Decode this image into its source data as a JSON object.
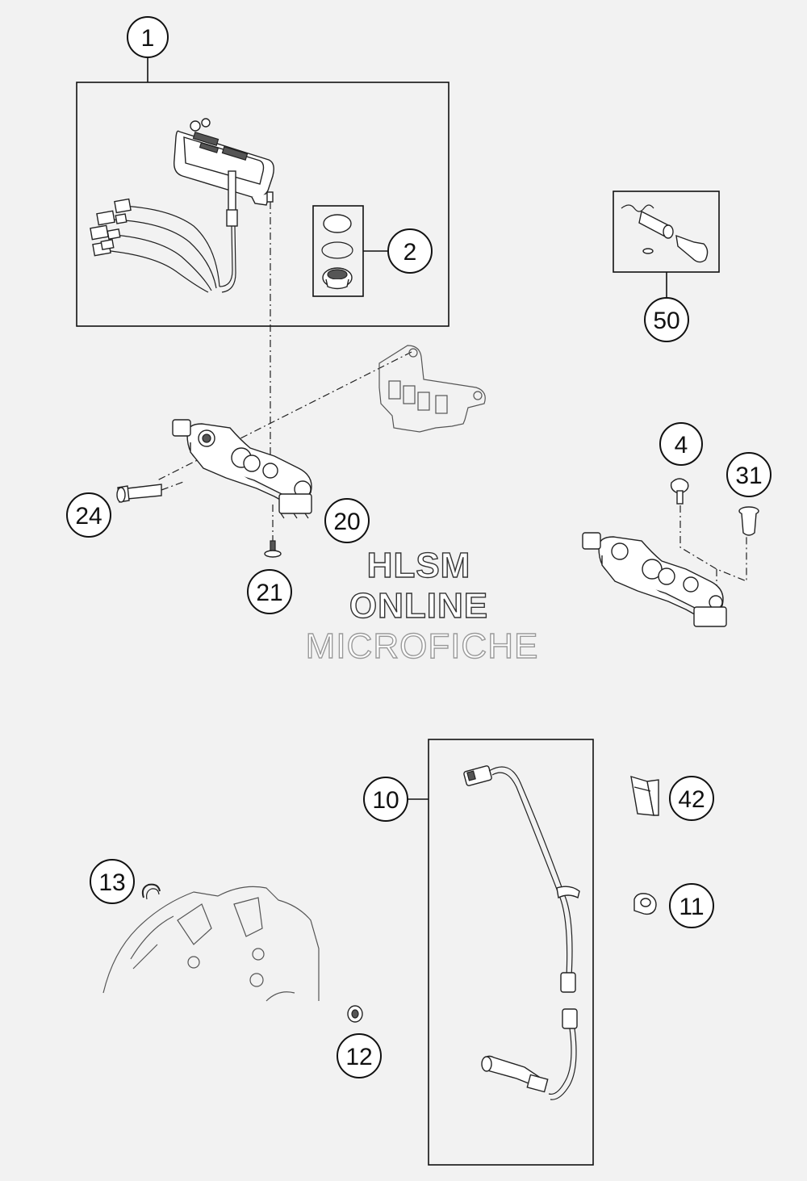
{
  "callouts": [
    {
      "id": "1",
      "label": "1"
    },
    {
      "id": "2",
      "label": "2"
    },
    {
      "id": "50",
      "label": "50"
    },
    {
      "id": "4",
      "label": "4"
    },
    {
      "id": "31",
      "label": "31"
    },
    {
      "id": "24",
      "label": "24"
    },
    {
      "id": "20",
      "label": "20"
    },
    {
      "id": "21",
      "label": "21"
    },
    {
      "id": "10",
      "label": "10"
    },
    {
      "id": "42",
      "label": "42"
    },
    {
      "id": "13",
      "label": "13"
    },
    {
      "id": "11",
      "label": "11"
    },
    {
      "id": "12",
      "label": "12"
    }
  ],
  "watermark": {
    "line1": "HLSM",
    "line2": "ONLINE",
    "line3": "MICROFICHE"
  },
  "colors": {
    "background": "#f2f2f2",
    "line": "#111111",
    "fill": "#ffffff"
  }
}
